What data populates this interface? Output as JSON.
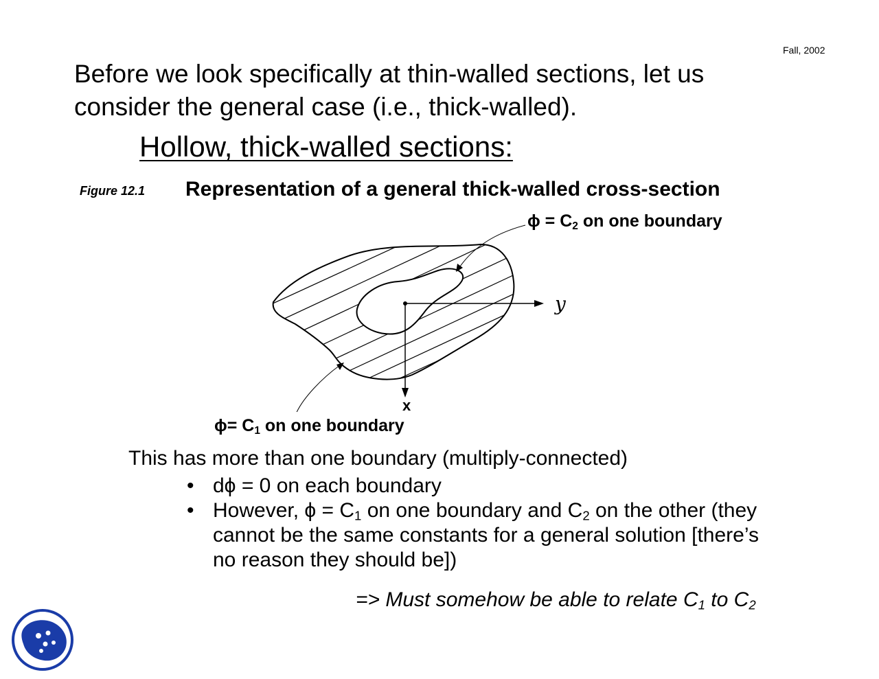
{
  "header": {
    "date": "Fall, 2002"
  },
  "intro": {
    "line1": "Before we look specifically at thin-walled sections, let us",
    "line2": "consider the general case (i.e., thick-walled)."
  },
  "section_heading": "Hollow, thick-walled sections:",
  "figure": {
    "number": "Figure 12.1",
    "caption": "Representation of a general thick-walled cross-section",
    "label_inner": {
      "prefix": "ϕ = C",
      "sub": "2",
      "suffix": " on one boundary"
    },
    "label_outer": {
      "prefix": "ϕ= C",
      "sub": "1",
      "suffix": " on one boundary"
    },
    "axis_y": "y",
    "axis_x": "x"
  },
  "body": {
    "statement": "This has more than one boundary (multiply-connected)",
    "bullet_symbol": "•",
    "bullet1": "dϕ = 0 on each boundary",
    "bullet2": {
      "part1": "However, ϕ = C",
      "sub1": "1",
      "part2": " on one boundary and C",
      "sub2": "2",
      "part3": " on the other (they",
      "line2": "cannot be the same constants for a general solution [there’s",
      "line3": "no reason they should be])"
    }
  },
  "conclusion": {
    "prefix": "=>  Must somehow be able to relate C",
    "sub1": "1",
    "mid": " to C",
    "sub2": "2"
  },
  "logo": {
    "icon": "mit-logo-icon",
    "color": "#1a3ca8"
  }
}
